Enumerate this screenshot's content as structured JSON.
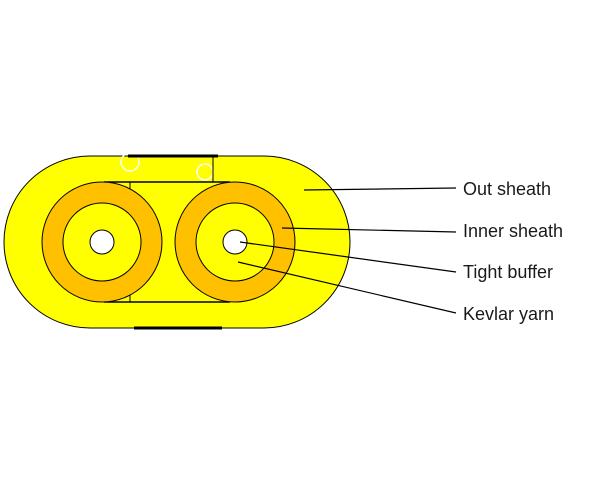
{
  "diagram": {
    "labels": {
      "out_sheath": "Out sheath",
      "inner_sheath": "Inner sheath",
      "tight_buffer": "Tight buffer",
      "kevlar_yarn": "Kevlar yarn"
    },
    "colors": {
      "outer_sheath_fill": "#ffff00",
      "kevlar_ring": "#ffc000",
      "tight_buffer_fill": "#ffff00",
      "fiber_core": "#ffffff",
      "outline": "#000000"
    }
  }
}
